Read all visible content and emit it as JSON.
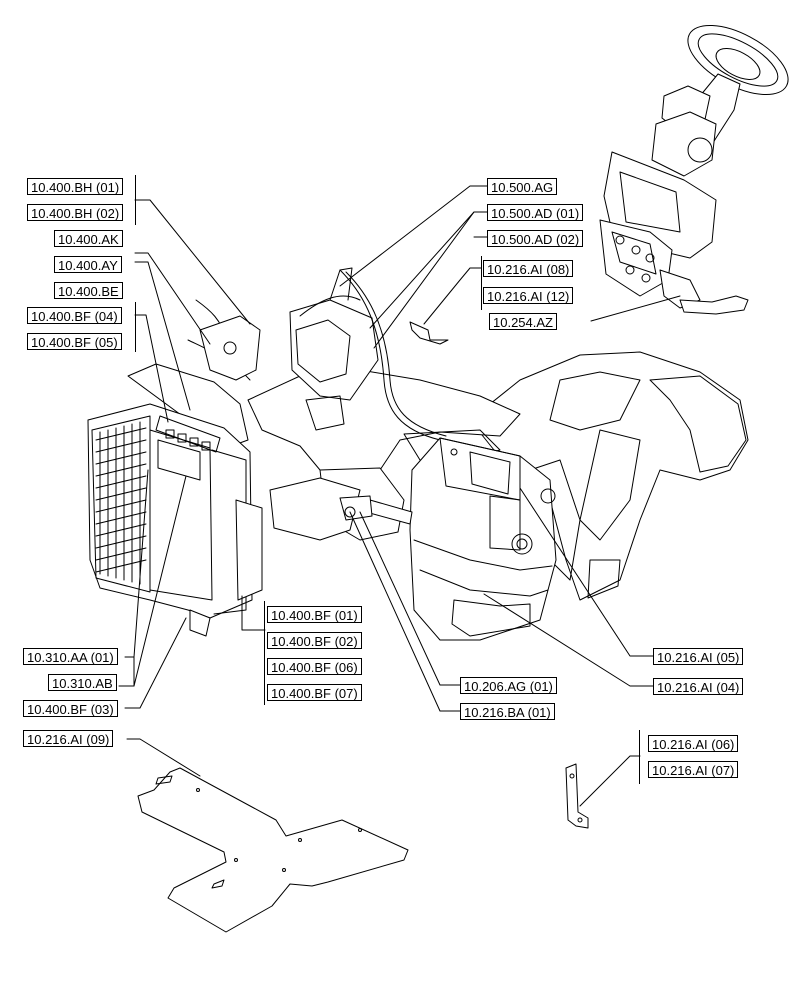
{
  "labels": {
    "bh01": "10.400.BH (01)",
    "bh02": "10.400.BH (02)",
    "ak": "10.400.AK",
    "ay": "10.400.AY",
    "be": "10.400.BE",
    "bf04": "10.400.BF (04)",
    "bf05": "10.400.BF (05)",
    "ag500": "10.500.AG",
    "ad01": "10.500.AD (01)",
    "ad02": "10.500.AD (02)",
    "ai08": "10.216.AI (08)",
    "ai12": "10.216.AI (12)",
    "az": "10.254.AZ",
    "bf01": "10.400.BF (01)",
    "bf02": "10.400.BF (02)",
    "bf06": "10.400.BF (06)",
    "bf07": "10.400.BF (07)",
    "aa01": "10.310.AA (01)",
    "ab": "10.310.AB",
    "bf03": "10.400.BF (03)",
    "ai09": "10.216.AI (09)",
    "ag01": "10.206.AG (01)",
    "ba01": "10.216.BA (01)",
    "ai05": "10.216.AI (05)",
    "ai04": "10.216.AI (04)",
    "ai06": "10.216.AI (06)",
    "ai07": "10.216.AI (07)"
  }
}
